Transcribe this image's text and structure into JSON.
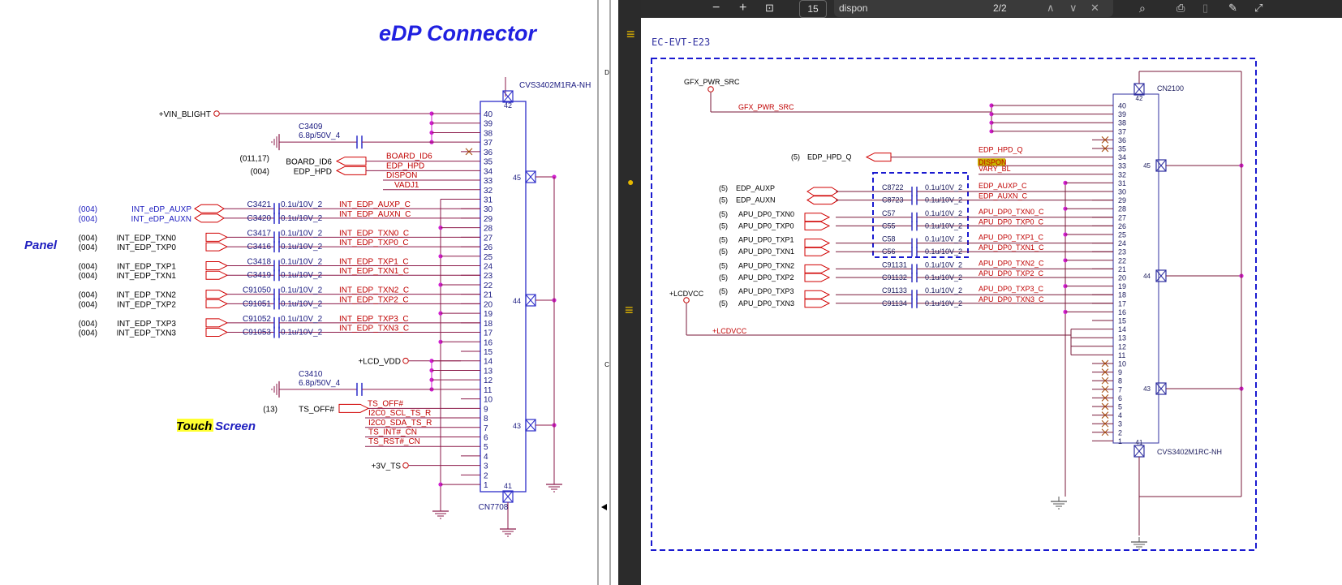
{
  "left": {
    "title": "eDP Connector",
    "part": "CVS3402M1RA-NH",
    "refdes": "CN7708",
    "section_panel": "Panel",
    "section_touch_a": "Touch",
    "section_touch_b": "Screen",
    "frame_letters": [
      "D",
      "C"
    ],
    "power": [
      {
        "name": "+VIN_BLIGHT",
        "pin": 40
      },
      {
        "name": "+LCD_VDD",
        "pin": 14
      },
      {
        "name": "+3V_TS",
        "pin": 3
      }
    ],
    "bypass_caps": [
      {
        "ref": "C3409",
        "value": "6.8p/50V_4",
        "pin": 37
      },
      {
        "ref": "C3410",
        "value": "6.8p/50V_4",
        "pin": 11
      }
    ],
    "ports": [
      {
        "page": "(011,17)",
        "name": "BOARD_ID6",
        "net": "BOARD_ID6",
        "pin": 35
      },
      {
        "page": "(004)",
        "name": "EDP_HPD",
        "net": "EDP_HPD",
        "pin": 34
      },
      {
        "page": "(13)",
        "name": "TS_OFF#",
        "net": "TS_OFF#",
        "pin": 9
      }
    ],
    "nets_only": [
      {
        "net": "DISPON",
        "pin": 33
      },
      {
        "net": "VADJ1",
        "pin": 32
      },
      {
        "net": "I2C0_SCL_TS_R",
        "pin": 8
      },
      {
        "net": "I2C0_SDA_TS_R",
        "pin": 7
      },
      {
        "net": "TS_INT#_CN",
        "pin": 6
      },
      {
        "net": "TS_RST#_CN",
        "pin": 5
      }
    ],
    "rows": [
      {
        "page": "(004)",
        "name": "INT_eDP_AUXP",
        "cap": "C3421",
        "value": "0.1u/10V_2",
        "net": "INT_EDP_AUXP_C",
        "pin": 30,
        "kind": "bidir",
        "blue": true
      },
      {
        "page": "(004)",
        "name": "INT_eDP_AUXN",
        "cap": "C3420",
        "value": "0.1u/10V_2",
        "net": "INT_EDP_AUXN_C",
        "pin": 29,
        "kind": "bidir",
        "blue": true
      },
      {
        "page": "(004)",
        "name": "INT_EDP_TXN0",
        "cap": "C3417",
        "value": "0.1u/10V_2",
        "net": "INT_EDP_TXN0_C",
        "pin": 27,
        "kind": "in"
      },
      {
        "page": "(004)",
        "name": "INT_EDP_TXP0",
        "cap": "C3416",
        "value": "0.1u/10V_2",
        "net": "INT_EDP_TXP0_C",
        "pin": 26,
        "kind": "in"
      },
      {
        "page": "(004)",
        "name": "INT_EDP_TXP1",
        "cap": "C3418",
        "value": "0.1u/10V_2",
        "net": "INT_EDP_TXP1_C",
        "pin": 24,
        "kind": "in"
      },
      {
        "page": "(004)",
        "name": "INT_EDP_TXN1",
        "cap": "C3419",
        "value": "0.1u/10V_2",
        "net": "INT_EDP_TXN1_C",
        "pin": 23,
        "kind": "in"
      },
      {
        "page": "(004)",
        "name": "INT_EDP_TXN2",
        "cap": "C91050",
        "value": "0.1u/10V_2",
        "net": "INT_EDP_TXN2_C",
        "pin": 21,
        "kind": "in"
      },
      {
        "page": "(004)",
        "name": "INT_EDP_TXP2",
        "cap": "C91051",
        "value": "0.1u/10V_2",
        "net": "INT_EDP_TXP2_C",
        "pin": 20,
        "kind": "in"
      },
      {
        "page": "(004)",
        "name": "INT_EDP_TXP3",
        "cap": "C91052",
        "value": "0.1u/10V_2",
        "net": "INT_EDP_TXP3_C",
        "pin": 18,
        "kind": "in"
      },
      {
        "page": "(004)",
        "name": "INT_EDP_TXN3",
        "cap": "C91053",
        "value": "0.1u/10V_2",
        "net": "INT_EDP_TXN3_C",
        "pin": 17,
        "kind": "in"
      }
    ],
    "nc_pins": [
      36
    ],
    "gnd_pins": [
      31,
      28,
      25,
      22,
      19,
      16,
      1
    ],
    "mount_pins": [
      "42",
      "45",
      "44",
      "43",
      "41"
    ]
  },
  "viewer": {
    "toolbar": {
      "zoom_out": "−",
      "zoom_in": "+",
      "page_number": "15",
      "search_query": "dispon",
      "match_count": "2/2"
    },
    "icons": [
      "fit-page-icon",
      "search-icon",
      "print-icon",
      "save-icon",
      "edit-icon",
      "expand-icon",
      "prev-match-icon",
      "next-match-icon",
      "close-icon"
    ],
    "highlight_color": "#c8b400"
  },
  "right": {
    "sheet_label": "EC-EVT-E23",
    "part": "CVS3402M1RC-NH",
    "refdes": "CN2100",
    "power": [
      {
        "name": "GFX_PWR_SRC",
        "net": "GFX_PWR_SRC"
      },
      {
        "name": "+LCDVCC",
        "net": "+LCDVCC"
      }
    ],
    "hpd": {
      "page": "(5)",
      "name": "EDP_HPD_Q",
      "net": "EDP_HPD_Q",
      "pin": 34
    },
    "nets_only": [
      {
        "net": "DISPON",
        "pin": 33,
        "highlight": true
      },
      {
        "net": "VARY_BL",
        "pin": 32
      }
    ],
    "rows": [
      {
        "page": "(5)",
        "name": "EDP_AUXP",
        "cap": "C8722",
        "value": "0.1u/10V_2",
        "net": "EDP_AUXP_C",
        "pin": 30,
        "kind": "bidir"
      },
      {
        "page": "(5)",
        "name": "EDP_AUXN",
        "cap": "C8723",
        "value": "0.1u/10V_2",
        "net": "EDP_AUXN_C",
        "pin": 29,
        "kind": "bidir"
      },
      {
        "page": "(5)",
        "name": "APU_DP0_TXN0",
        "cap": "C57",
        "value": "0.1u/10V_2",
        "net": "APU_DP0_TXN0_C",
        "pin": 27,
        "kind": "in"
      },
      {
        "page": "(5)",
        "name": "APU_DP0_TXP0",
        "cap": "C55",
        "value": "0.1u/10V_2",
        "net": "APU_DP0_TXP0_C",
        "pin": 26,
        "kind": "in"
      },
      {
        "page": "(5)",
        "name": "APU_DP0_TXP1",
        "cap": "C58",
        "value": "0.1u/10V_2",
        "net": "APU_DP0_TXP1_C",
        "pin": 24,
        "kind": "in"
      },
      {
        "page": "(5)",
        "name": "APU_DP0_TXN1",
        "cap": "C56",
        "value": "0.1u/10V_2",
        "net": "APU_DP0_TXN1_C",
        "pin": 23,
        "kind": "in"
      },
      {
        "page": "(5)",
        "name": "APU_DP0_TXN2",
        "cap": "C91131",
        "value": "0.1u/10V_2",
        "net": "APU_DP0_TXN2_C",
        "pin": 21,
        "kind": "in"
      },
      {
        "page": "(5)",
        "name": "APU_DP0_TXP2",
        "cap": "C91132",
        "value": "0.1u/10V_2",
        "net": "APU_DP0_TXP2_C",
        "pin": 20,
        "kind": "in"
      },
      {
        "page": "(5)",
        "name": "APU_DP0_TXP3",
        "cap": "C91133",
        "value": "0.1u/10V_2",
        "net": "APU_DP0_TXP3_C",
        "pin": 18,
        "kind": "in"
      },
      {
        "page": "(5)",
        "name": "APU_DP0_TXN3",
        "cap": "C91134",
        "value": "0.1u/10V_2",
        "net": "APU_DP0_TXN3_C",
        "pin": 17,
        "kind": "in"
      }
    ],
    "nc_pins": [
      36,
      35,
      10,
      9,
      8,
      7,
      6,
      5,
      4,
      3,
      2
    ],
    "mount_pins": [
      "42",
      "45",
      "44",
      "43",
      "41"
    ]
  }
}
